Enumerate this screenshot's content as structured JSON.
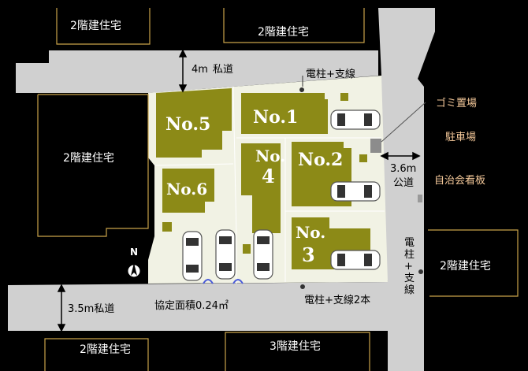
{
  "colors": {
    "background": "#000000",
    "road": "#d0d0d0",
    "site": "#f1f2e4",
    "building": "#8c8a17",
    "boundary_gold": "#c9a24a",
    "label_orange": "#f5c99a",
    "garbage_area": "#8c8c8c"
  },
  "lots": {
    "no1": "No.1",
    "no2": "No.2",
    "no3_a": "No.",
    "no3_b": "3",
    "no4_a": "No.",
    "no4_b": "4",
    "no5": "No.5",
    "no6": "No.6"
  },
  "neighbors": {
    "top_left": "2階建住宅",
    "top_center": "2階建住宅",
    "left": "2階建住宅",
    "right": "2階建住宅",
    "bottom_left": "2階建住宅",
    "bottom_center": "3階建住宅"
  },
  "roads": {
    "top_width": "4m",
    "top_type": "私道",
    "bottom": "3.5m私道",
    "right_width": "3.6m",
    "right_type": "公道"
  },
  "annotations": {
    "pole_top": "電柱+支線",
    "pole_bottom": "電柱+支線2本",
    "pole_right": [
      "電",
      "柱",
      "+",
      "支",
      "線"
    ],
    "garbage": "ゴミ置場",
    "parking": "駐車場",
    "board": "自治会看板",
    "agreement_area": "協定面積0.24㎡"
  },
  "compass": {
    "north": "N"
  }
}
